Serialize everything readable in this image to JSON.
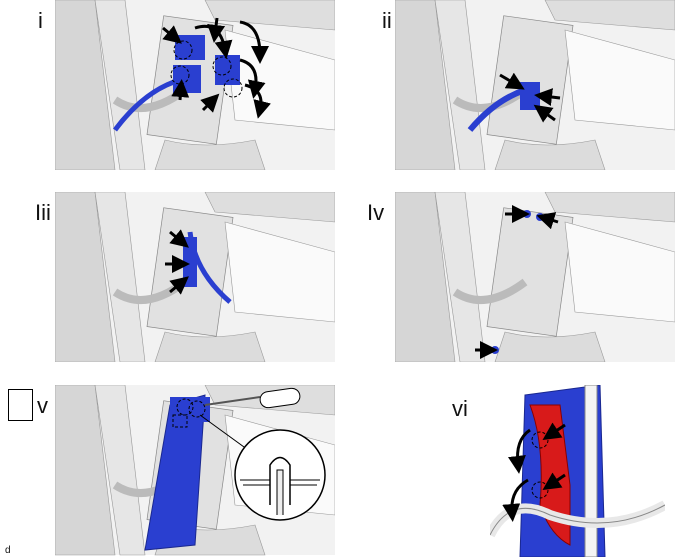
{
  "panels": [
    {
      "label": "i"
    },
    {
      "label": "ii"
    },
    {
      "label": "Iii"
    },
    {
      "label": "Iv"
    },
    {
      "label": "v",
      "caution_mark": "!"
    },
    {
      "label": "vi"
    }
  ],
  "figure_code": "d",
  "colors": {
    "part_blue": "#2a3fd0",
    "harness_red": "#d81a1a",
    "body_gray": "#d8d8d8"
  }
}
